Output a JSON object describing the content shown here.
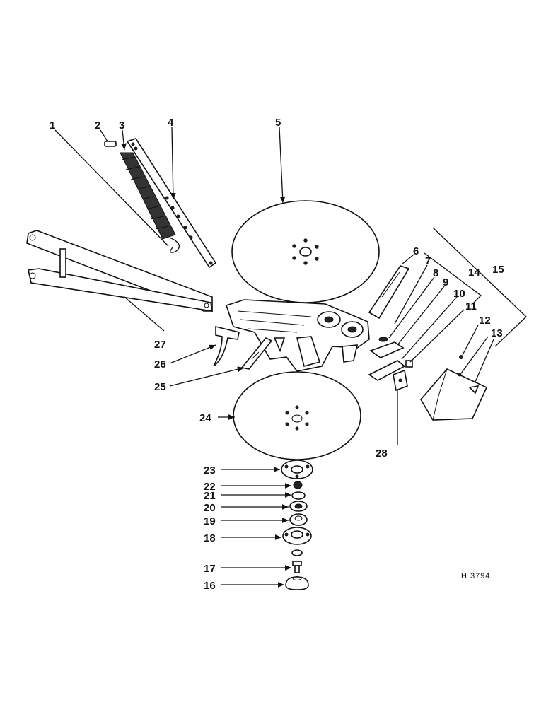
{
  "drawing_ref": "H 3794",
  "callouts": [
    "1",
    "2",
    "3",
    "4",
    "5",
    "6",
    "7",
    "8",
    "9",
    "10",
    "11",
    "12",
    "13",
    "14",
    "15",
    "16",
    "17",
    "18",
    "19",
    "20",
    "21",
    "22",
    "23",
    "24",
    "25",
    "26",
    "27",
    "28"
  ]
}
